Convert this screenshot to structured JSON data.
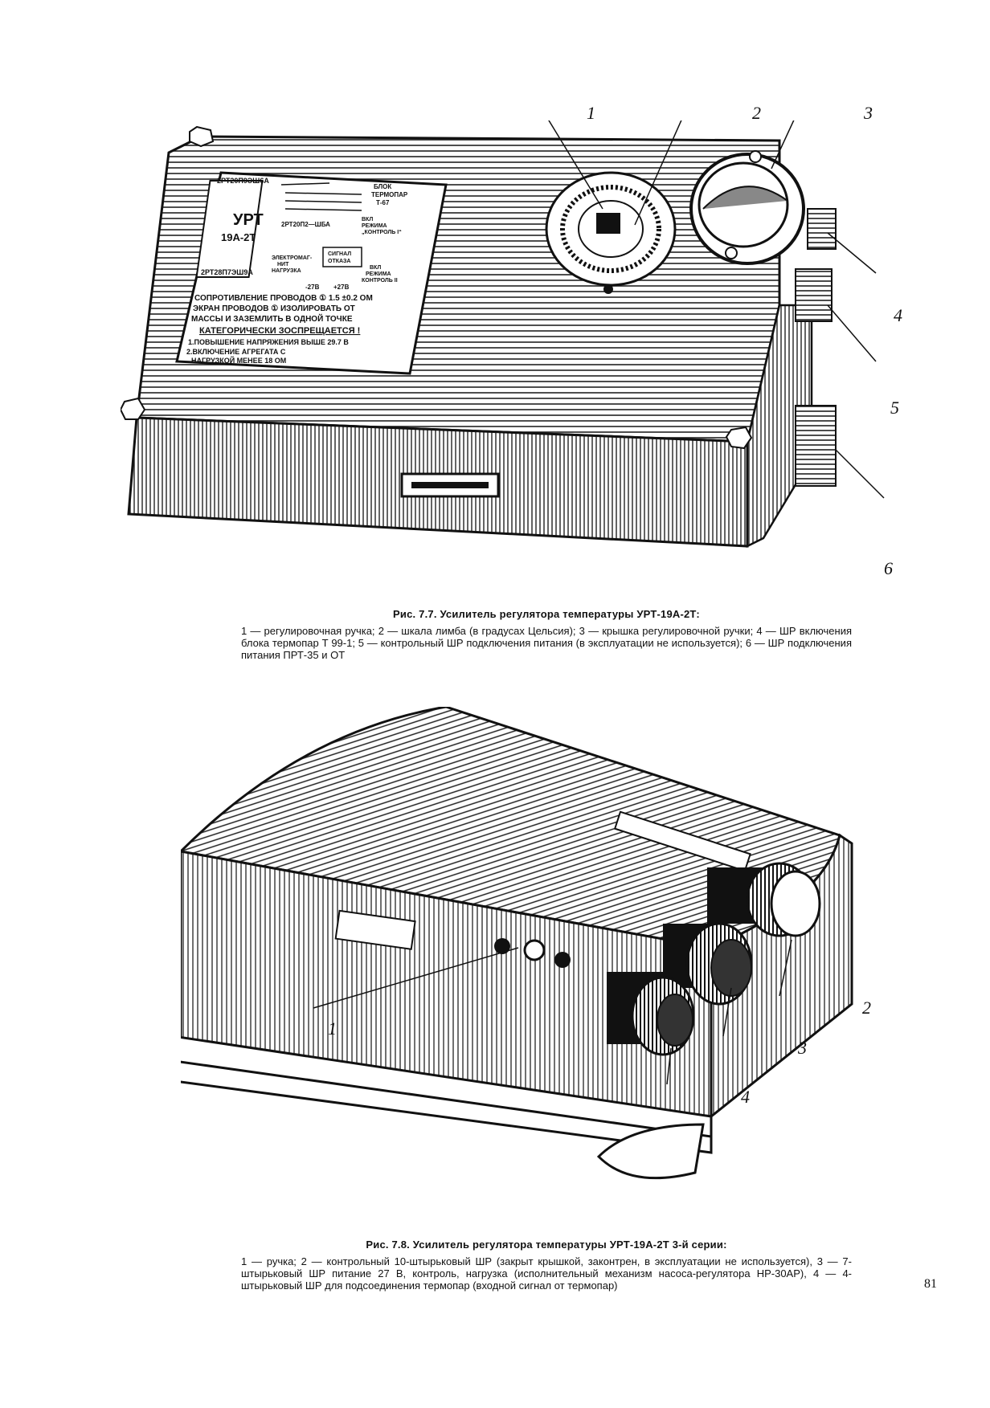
{
  "figure_1": {
    "caption_title": "Рис. 7.7. Усилитель регулятора температуры УРТ-19А-2Т:",
    "caption_body": "1 — регулировочная ручка; 2 — шкала лимба (в градусах Цельсия); 3 — крышка регулировочной ручки; 4 — ШР включения блока термопар Т 99-1; 5 — контрольный ШР подключения питания (в эксплуатации не используется); 6 — ШР подключения питания ПРТ-35 и ОТ",
    "callouts": [
      "1",
      "2",
      "3",
      "4",
      "5",
      "6"
    ],
    "plate": {
      "model_line1": "УРТ",
      "model_line2": "19А-2Т",
      "conn1": "2РТ20П9ЭШ6А",
      "conn2": "2РТ20П2—ШБА",
      "conn3": "2РТ28П7ЭШ9А",
      "block_label_1": "БЛОК",
      "block_label_2": "ТЕРМОПАР",
      "block_label_3": "Т-67",
      "mode1_1": "ВКЛ",
      "mode1_2": "РЕЖИМА",
      "mode1_3": "„КОНТРОЛЬ I“",
      "signal_1": "СИГНАЛ",
      "signal_2": "ОТКАЗА",
      "load_1": "ЭЛЕКТРОМАГ-",
      "load_2": "НИТ",
      "load_3": "НАГРУЗКА",
      "mode2_1": "ВКЛ",
      "mode2_2": "РЕЖИМА",
      "mode2_3": "КОНТРОЛЬ II",
      "volt_minus": "-27В",
      "volt_plus": "+27В",
      "line1": "СОПРОТИВЛЕНИЕ ПРОВОДОВ ① 1.5 ±0.2 ОМ",
      "line2": "ЭКРАН ПРОВОДОВ ① ИЗОЛИРОВАТЬ ОТ",
      "line3": "МАССЫ И ЗАЗЕМЛИТЬ В ОДНОЙ ТОЧКЕ",
      "line4": "КАТЕГОРИЧЕСКИ ЗОСПРЕЩАЕТСЯ !",
      "line5": "1.ПОВЫШЕНИЕ НАПРЯЖЕНИЯ ВЫШЕ 29.7 В",
      "line6": "2.ВКЛЮЧЕНИЕ АГРЕГАТА С",
      "line7": "НАГРУЗКОЙ МЕНЕЕ 18 ОМ"
    }
  },
  "figure_2": {
    "caption_title": "Рис. 7.8. Усилитель регулятора температуры УРТ-19А-2Т 3-й серии:",
    "caption_body": "1 — ручка; 2 — контрольный 10-штырьковый ШР (закрыт крышкой, законтрен, в эксплуатации не используется), 3 — 7-штырьковый ШР питание 27 В, контроль, нагрузка (исполнительный механизм насоса-регулятора НР-30АР), 4 — 4-штырьковый ШР для подсоединения термопар (входной сигнал от термопар)",
    "callouts": [
      "1",
      "2",
      "3",
      "4"
    ]
  },
  "page_number": "81"
}
